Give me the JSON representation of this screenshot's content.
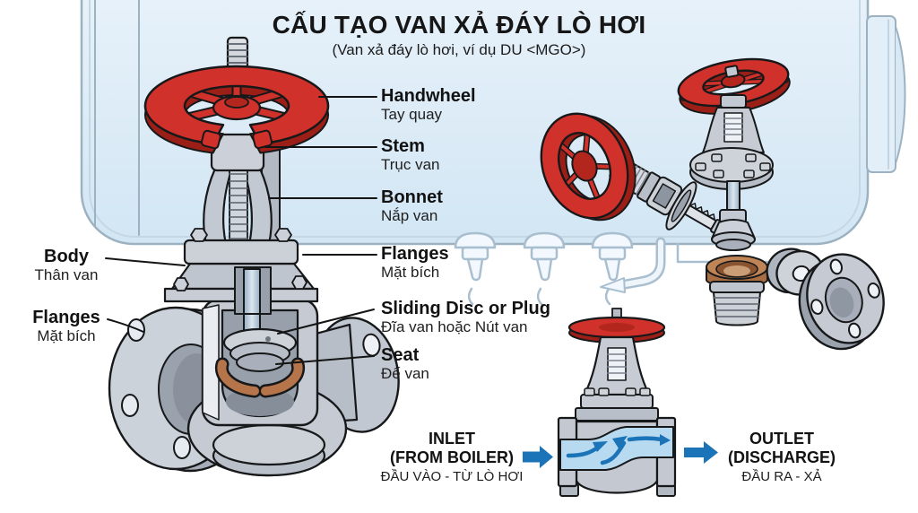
{
  "title": "CẤU TẠO VAN XẢ ĐÁY LÒ HƠI",
  "subtitle": "(Van xả đáy lò hơi, ví dụ DU <MGO>)",
  "part_labels": {
    "handwheel": {
      "en": "Handwheel",
      "vi": "Tay quay"
    },
    "stem": {
      "en": "Stem",
      "vi": "Trục van"
    },
    "bonnet": {
      "en": "Bonnet",
      "vi": "Nắp van"
    },
    "flanges_right": {
      "en": "Flanges",
      "vi": "Mặt bích"
    },
    "sliding_disc": {
      "en": "Sliding Disc or Plug",
      "vi": "Đĩa van hoặc Nút van"
    },
    "seat": {
      "en": "Seat",
      "vi": "Đế van"
    },
    "body": {
      "en": "Body",
      "vi": "Thân van"
    },
    "flanges_left": {
      "en": "Flanges",
      "vi": "Mặt bích"
    }
  },
  "flow_labels": {
    "inlet": {
      "line1": "INLET",
      "line2": "(FROM BOILER)",
      "line3": "ĐẦU VÀO - TỪ LÒ HƠI"
    },
    "outlet": {
      "line1": "OUTLET",
      "line2": "(DISCHARGE)",
      "line3": "ĐẦU RA - XẢ"
    }
  },
  "icons": {
    "inlet_arrow": "arrow-right",
    "outlet_arrow": "arrow-right",
    "internal_flow_arrows": "curved-arrows-right"
  },
  "colors": {
    "handwheel_red": "#cf2f28",
    "handwheel_red_dark": "#9c1f17",
    "metal_light": "#d6dae0",
    "metal_mid": "#bac0c9",
    "metal_dark": "#939aa6",
    "bronze_seat": "#b5744a",
    "flow_arrow_blue": "#1b74b8",
    "flow_fill_blue": "#b7daf1",
    "boiler_fill": "#e3eef8",
    "boiler_outline": "#9db2c0",
    "text_dark": "#141414"
  }
}
